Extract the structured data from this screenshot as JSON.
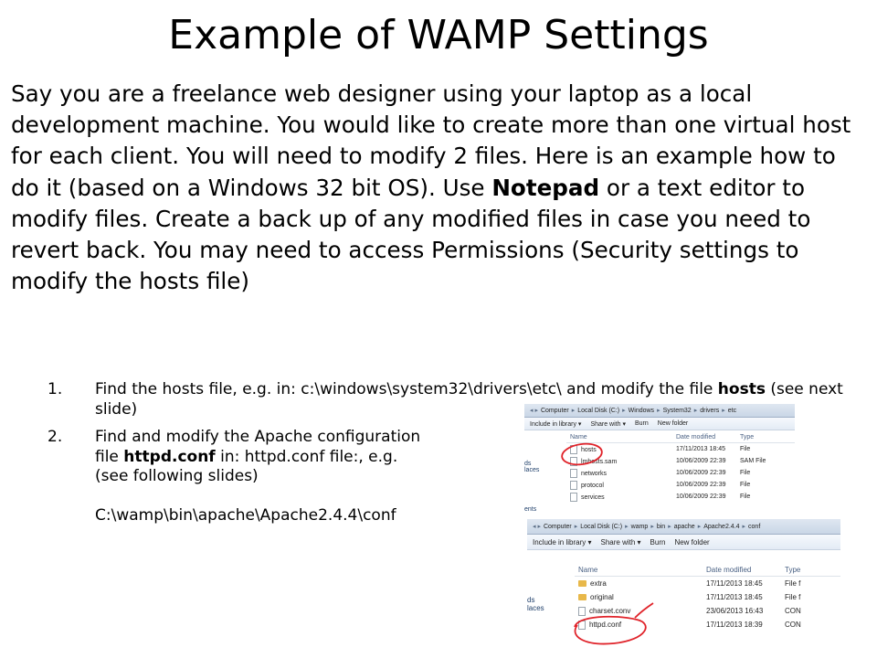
{
  "slide": {
    "title": "Example of WAMP Settings",
    "intro_before_bold": "Say you are a freelance web designer using your laptop as a local development machine. You would like to create more than one virtual host for each client.  You will need to modify 2 files.  Here is an example how to do it (based on a Windows 32 bit OS).  Use ",
    "intro_bold": "Notepad",
    "intro_after_bold": " or a text editor to modify files. Create a back up of any modified files in case you need to revert back.  You may need to access Permissions (Security settings to modify the hosts file)",
    "steps": [
      {
        "num": "1.",
        "text_before": "Find the hosts file, e.g. in: c:\\windows\\system32\\drivers\\etc\\ and modify the file ",
        "bold": "hosts",
        "text_after": " (see next slide)"
      },
      {
        "num": "2.",
        "text_before": "Find and modify the Apache configuration file ",
        "bold": "httpd.conf",
        "text_after": " in: httpd.conf file:, e.g. (see following slides)",
        "path": "C:\\wamp\\bin\\apache\\Apache2.4.4\\conf"
      }
    ]
  },
  "explorer1": {
    "breadcrumb": [
      "Computer",
      "Local Disk (C:)",
      "Windows",
      "System32",
      "drivers",
      "etc"
    ],
    "toolbar": [
      "Include in library ▾",
      "Share with ▾",
      "Burn",
      "New folder"
    ],
    "columns": [
      "Name",
      "Date modified",
      "Type"
    ],
    "sidebar": [
      "ds",
      "laces",
      "ents"
    ],
    "files": [
      {
        "name": "hosts",
        "date": "17/11/2013 18:45",
        "type": "File"
      },
      {
        "name": "lmhosts.sam",
        "date": "10/06/2009 22:39",
        "type": "SAM File"
      },
      {
        "name": "networks",
        "date": "10/06/2009 22:39",
        "type": "File"
      },
      {
        "name": "protocol",
        "date": "10/06/2009 22:39",
        "type": "File"
      },
      {
        "name": "services",
        "date": "10/06/2009 22:39",
        "type": "File"
      }
    ]
  },
  "explorer2": {
    "breadcrumb": [
      "Computer",
      "Local Disk (C:)",
      "wamp",
      "bin",
      "apache",
      "Apache2.4.4",
      "conf"
    ],
    "toolbar": [
      "Include in library ▾",
      "Share with ▾",
      "Burn",
      "New folder"
    ],
    "columns": [
      "Name",
      "Date modified",
      "Type"
    ],
    "sidebar": [
      "ds",
      "laces"
    ],
    "files": [
      {
        "name": "extra",
        "date": "17/11/2013 18:45",
        "type": "File f",
        "folder": true
      },
      {
        "name": "original",
        "date": "17/11/2013 18:45",
        "type": "File f",
        "folder": true
      },
      {
        "name": "charset.conv",
        "date": "23/06/2013 16:43",
        "type": "CON",
        "folder": false
      },
      {
        "name": "httpd.conf",
        "date": "17/11/2013 18:39",
        "type": "CON",
        "folder": false
      }
    ]
  },
  "colors": {
    "highlight_ring": "#e0232a",
    "folder": "#e8b84a"
  }
}
